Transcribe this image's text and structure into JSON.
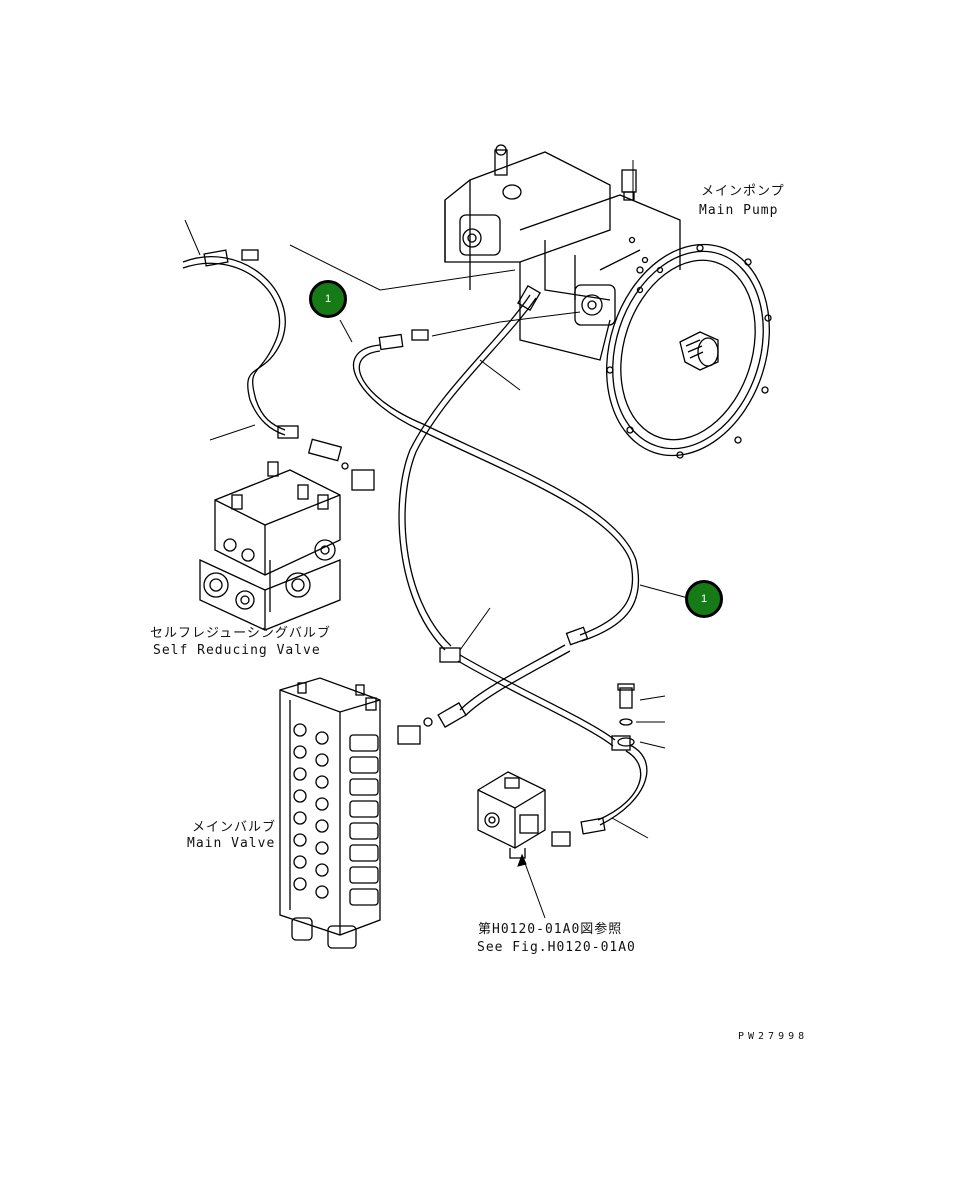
{
  "labels": {
    "main_pump_jp": "メインポンプ",
    "main_pump_en": "Main Pump",
    "self_reducing_valve_jp": "セルフレジューシングバルブ",
    "self_reducing_valve_en": "Self Reducing Valve",
    "main_valve_jp": "メインバルブ",
    "main_valve_en": "Main Valve",
    "see_fig_jp": "第H0120-01A0図参照",
    "see_fig_en": "See Fig.H0120-01A0"
  },
  "callouts": [
    "1",
    "1"
  ],
  "drawing_ref": "PW27998",
  "colors": {
    "callout_fill": "#167a16",
    "line": "#000000",
    "background": "#ffffff"
  }
}
